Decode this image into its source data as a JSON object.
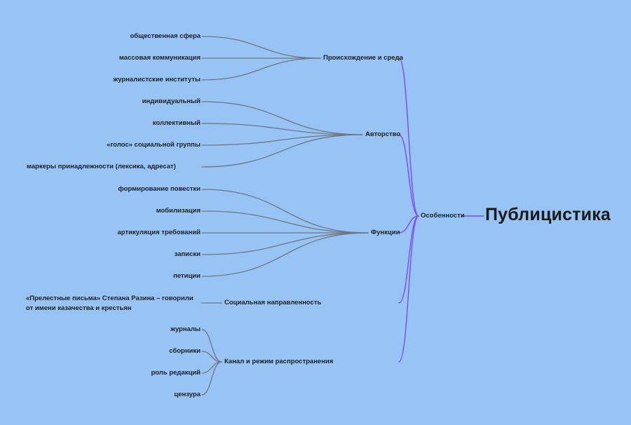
{
  "root": {
    "label": "Публицистика"
  },
  "hub": {
    "label": "Особенности"
  },
  "branches": [
    {
      "label": "Происхождение и среда",
      "children": [
        "общественная сфера",
        "массовая коммуникация",
        "журналистские институты"
      ]
    },
    {
      "label": "Авторство",
      "children": [
        "индивидуальный",
        "коллективный",
        "«голос» социальной группы",
        "маркеры принадлежности (лексика, адресат)"
      ]
    },
    {
      "label": "Функции",
      "children": [
        "формирование повестки",
        "мобилизация",
        "артикуляция требований",
        "записки",
        "петиции"
      ]
    },
    {
      "label": "Социальная направленность",
      "children": [
        "«Прелестные письма» Степана Разина – говорили от имени казачества и крестьян"
      ]
    },
    {
      "label": "Канал и режим распространения",
      "children": [
        "журналы",
        "сборники",
        "роль редакций",
        "цензура"
      ]
    }
  ],
  "colors": {
    "background": "#97c3f5",
    "hub_edges": "#7b4bf0",
    "leaf_edges": "#6f7680",
    "text": "#1e1e1e"
  }
}
